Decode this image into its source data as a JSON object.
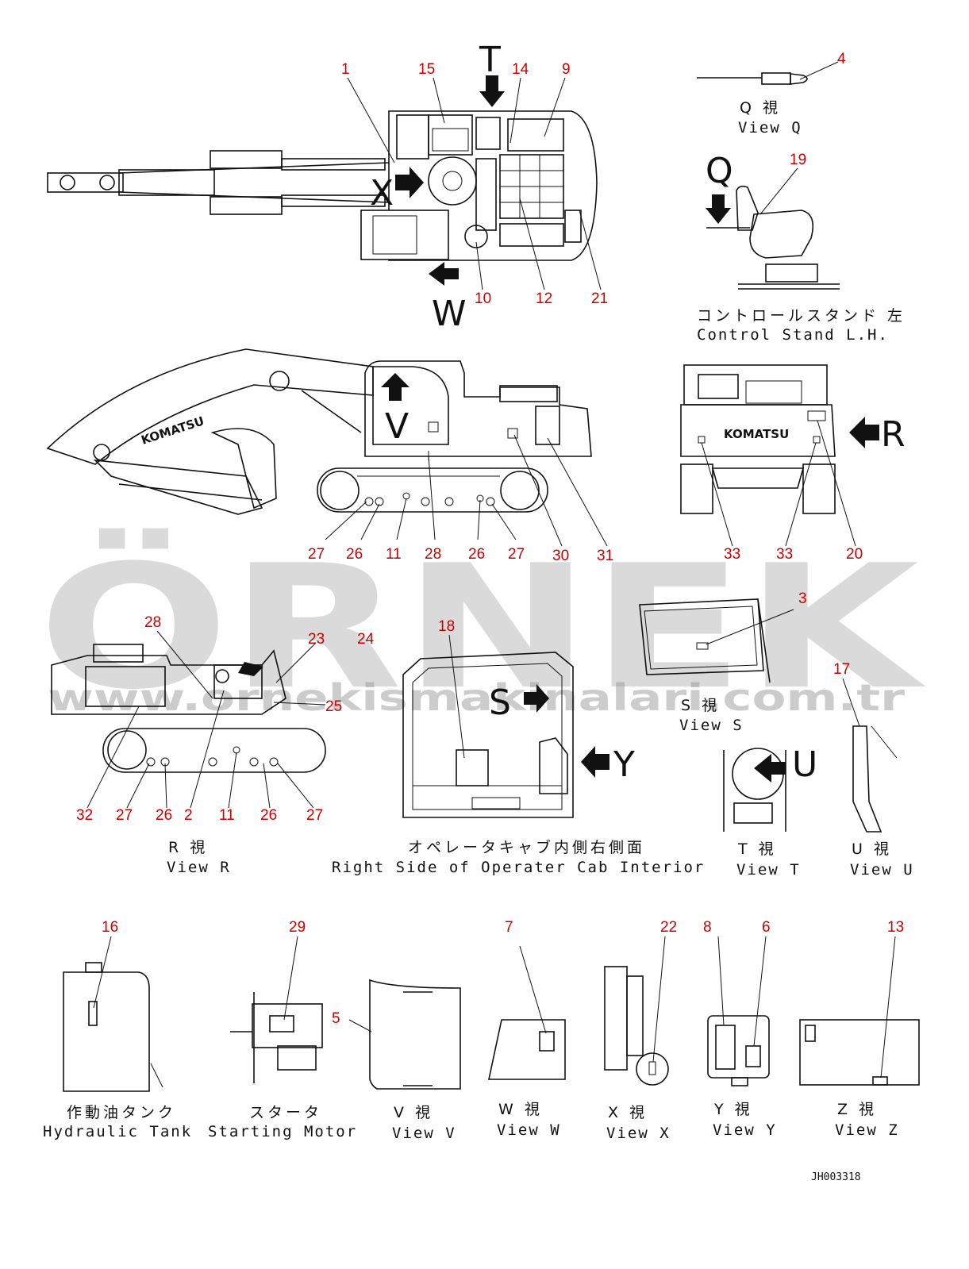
{
  "drawing_code": "JH003318",
  "watermark": {
    "logo_text": "ÖRNEK",
    "url_text": "www.ornekismakinalari.com.tr"
  },
  "direction_letters": {
    "T": "T",
    "X": "X",
    "W": "W",
    "V": "V",
    "Q": "Q",
    "R": "R",
    "S": "S",
    "Y": "Y",
    "U": "U"
  },
  "captions": {
    "view_q_jp": "Q 視",
    "view_q_en": "View Q",
    "control_stand_jp": "コントロールスタンド 左",
    "control_stand_en": "Control Stand L.H.",
    "view_r_jp": "R 視",
    "view_r_en": "View R",
    "cab_interior_jp": "オペレータキャブ内側右側面",
    "cab_interior_en": "Right Side of Operater Cab Interior",
    "view_s_jp": "S 視",
    "view_s_en": "View S",
    "view_t_jp": "T 視",
    "view_t_en": "View T",
    "view_u_jp": "U 視",
    "view_u_en": "View U",
    "hydraulic_tank_jp": "作動油タンク",
    "hydraulic_tank_en": "Hydraulic Tank",
    "starting_motor_jp": "スタータ",
    "starting_motor_en": "Starting Motor",
    "view_v_jp": "V 視",
    "view_v_en": "View V",
    "view_w_jp": "W 視",
    "view_w_en": "View W",
    "view_x_jp": "X 視",
    "view_x_en": "View X",
    "view_y_jp": "Y 視",
    "view_y_en": "View Y",
    "view_z_jp": "Z 視",
    "view_z_en": "View Z"
  },
  "brand_text": "KOMATSU",
  "callouts": {
    "c1": "1",
    "c15": "15",
    "c14": "14",
    "c9": "9",
    "c4": "4",
    "c19": "19",
    "c10": "10",
    "c12": "12",
    "c21": "21",
    "c27a": "27",
    "c26a": "26",
    "c11a": "11",
    "c28a": "28",
    "c26b": "26",
    "c27b": "27",
    "c30": "30",
    "c31": "31",
    "c33a": "33",
    "c33b": "33",
    "c20": "20",
    "c3": "3",
    "c28b": "28",
    "c23": "23",
    "c24": "24",
    "c18": "18",
    "c17": "17",
    "c25": "25",
    "c32": "32",
    "c27c": "27",
    "c26c": "26",
    "c2": "2",
    "c11b": "11",
    "c26d": "26",
    "c27d": "27",
    "c16": "16",
    "c29": "29",
    "c5": "5",
    "c7": "7",
    "c22": "22",
    "c8": "8",
    "c6": "6",
    "c13": "13"
  },
  "colors": {
    "callout": "#cc0000",
    "line": "#111111",
    "watermark_gray": "#bdbdbd",
    "watermark_accent": "#f2c94c"
  }
}
